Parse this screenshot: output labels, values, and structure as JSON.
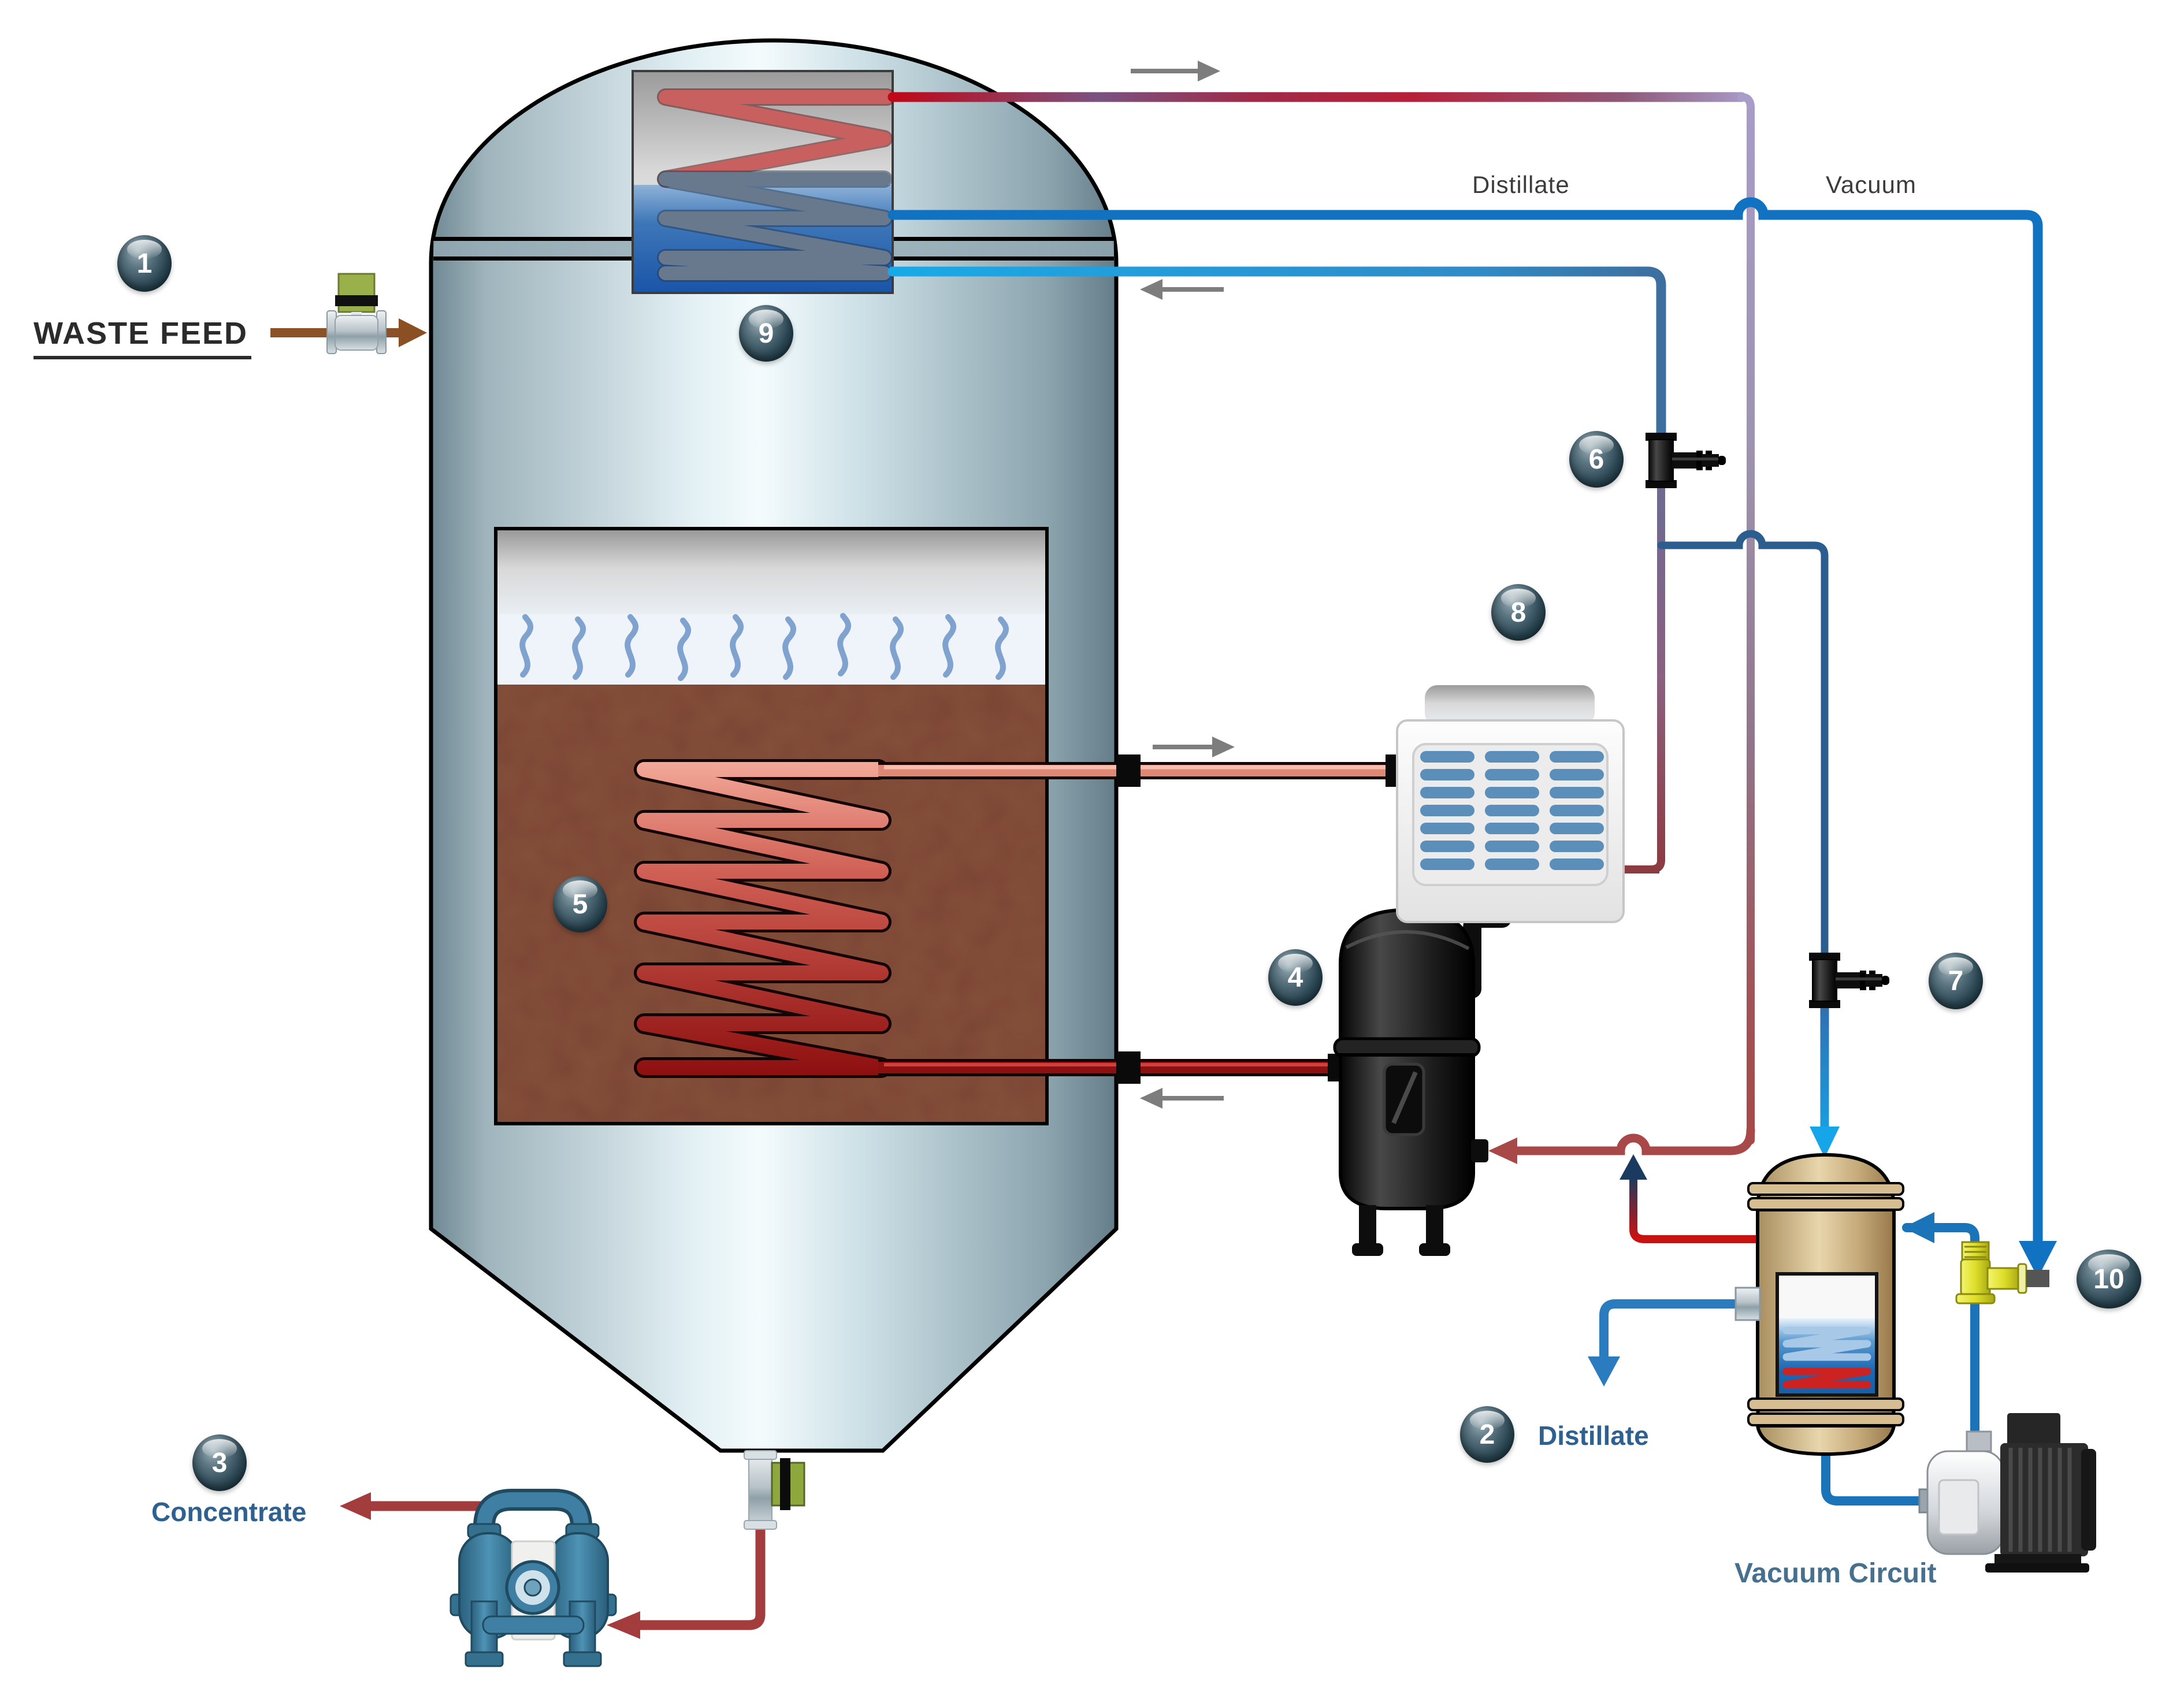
{
  "labels": {
    "waste_feed": "WASTE FEED",
    "distillate_top": "Distillate",
    "vacuum_top": "Vacuum",
    "distillate_out": "Distillate",
    "concentrate": "Concentrate",
    "vacuum_circuit": "Vacuum Circuit"
  },
  "badges": [
    {
      "number": "1"
    },
    {
      "number": "2"
    },
    {
      "number": "3"
    },
    {
      "number": "4"
    },
    {
      "number": "5"
    },
    {
      "number": "6"
    },
    {
      "number": "7"
    },
    {
      "number": "8"
    },
    {
      "number": "9"
    },
    {
      "number": "10"
    }
  ],
  "components": [
    "evaporator-tank",
    "immersion-condenser-coil",
    "heating-coil",
    "boiling-chamber",
    "feed-valve",
    "drain-valve",
    "diaphragm-pump",
    "compressor-vessel",
    "air-cooled-condenser",
    "tee-valve-6",
    "tee-valve-7",
    "condensate-receiver",
    "relief-valve",
    "vacuum-pump",
    "steam-wisps"
  ],
  "colors": {
    "hot_red": "#c00818",
    "vapor_purple": "#a89cc8",
    "distillate_blue": "#1272c2",
    "coolant_cyan": "#18aae8",
    "steel_blue": "#3d6f9e",
    "condensate_maroon": "#a84848",
    "bright_red": "#cc1111",
    "salmon_pipe": "#ed9c8c",
    "dark_red_pipe": "#8c1010",
    "waste_brown": "#8a5226",
    "concentrate_red": "#a33d3d",
    "pump_teal": "#3e7fa3",
    "receiver_tan": "#d2b88c",
    "valve_yellow": "#dede2a",
    "valve_green": "#9ab04a",
    "arrow_gray": "#7d7d7d",
    "badge_slate": "#14303c",
    "label_blue": "#2e618f",
    "label_gray": "#3c3c3c"
  }
}
